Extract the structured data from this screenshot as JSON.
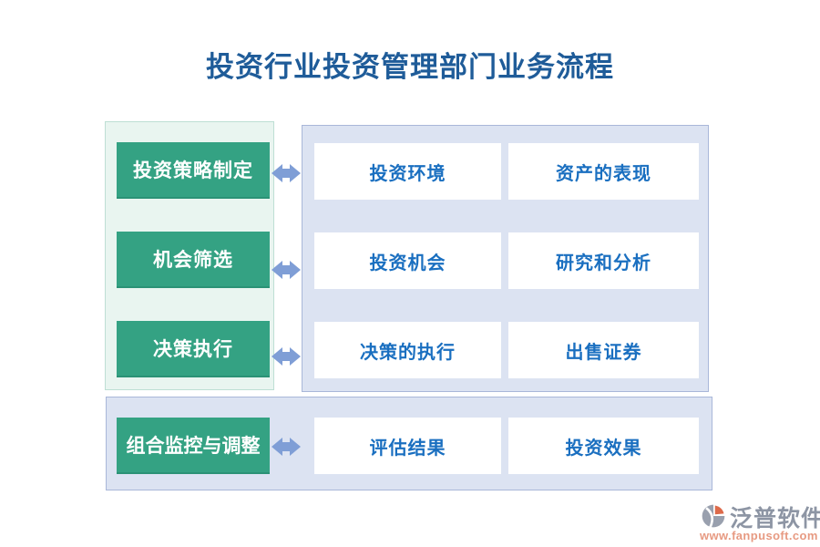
{
  "title": "投资行业投资管理部门业务流程",
  "rows": [
    {
      "stage": "投资策略制定",
      "outputs": [
        "投资环境",
        "资产的表现"
      ]
    },
    {
      "stage": "机会筛选",
      "outputs": [
        "投资机会",
        "研究和分析"
      ]
    },
    {
      "stage": "决策执行",
      "outputs": [
        "决策的执行",
        "出售证券"
      ]
    },
    {
      "stage": "组合监控与调整",
      "outputs": [
        "评估结果",
        "投资效果"
      ]
    }
  ],
  "icons": {
    "connector": "double-horizontal-arrow-icon",
    "logo": "fanpu-swirl-logo-icon"
  },
  "colors": {
    "title_text": "#1f5c99",
    "stage_bg": "#34a283",
    "stage_text": "#ffffff",
    "stage_panel_bg": "#e9f5f0",
    "stage_panel_border": "#bedfd4",
    "output_panel_bg": "#dce3f2",
    "output_panel_border": "#a9b7d9",
    "output_box_bg": "#ffffff",
    "output_text": "#1a6fc0",
    "arrow": "#7f9ed6",
    "brand_text": "#8d95a4",
    "brand_url": "#e79a82"
  },
  "watermark": {
    "brand": "泛普软件",
    "url": "www.fanpusoft.com"
  }
}
